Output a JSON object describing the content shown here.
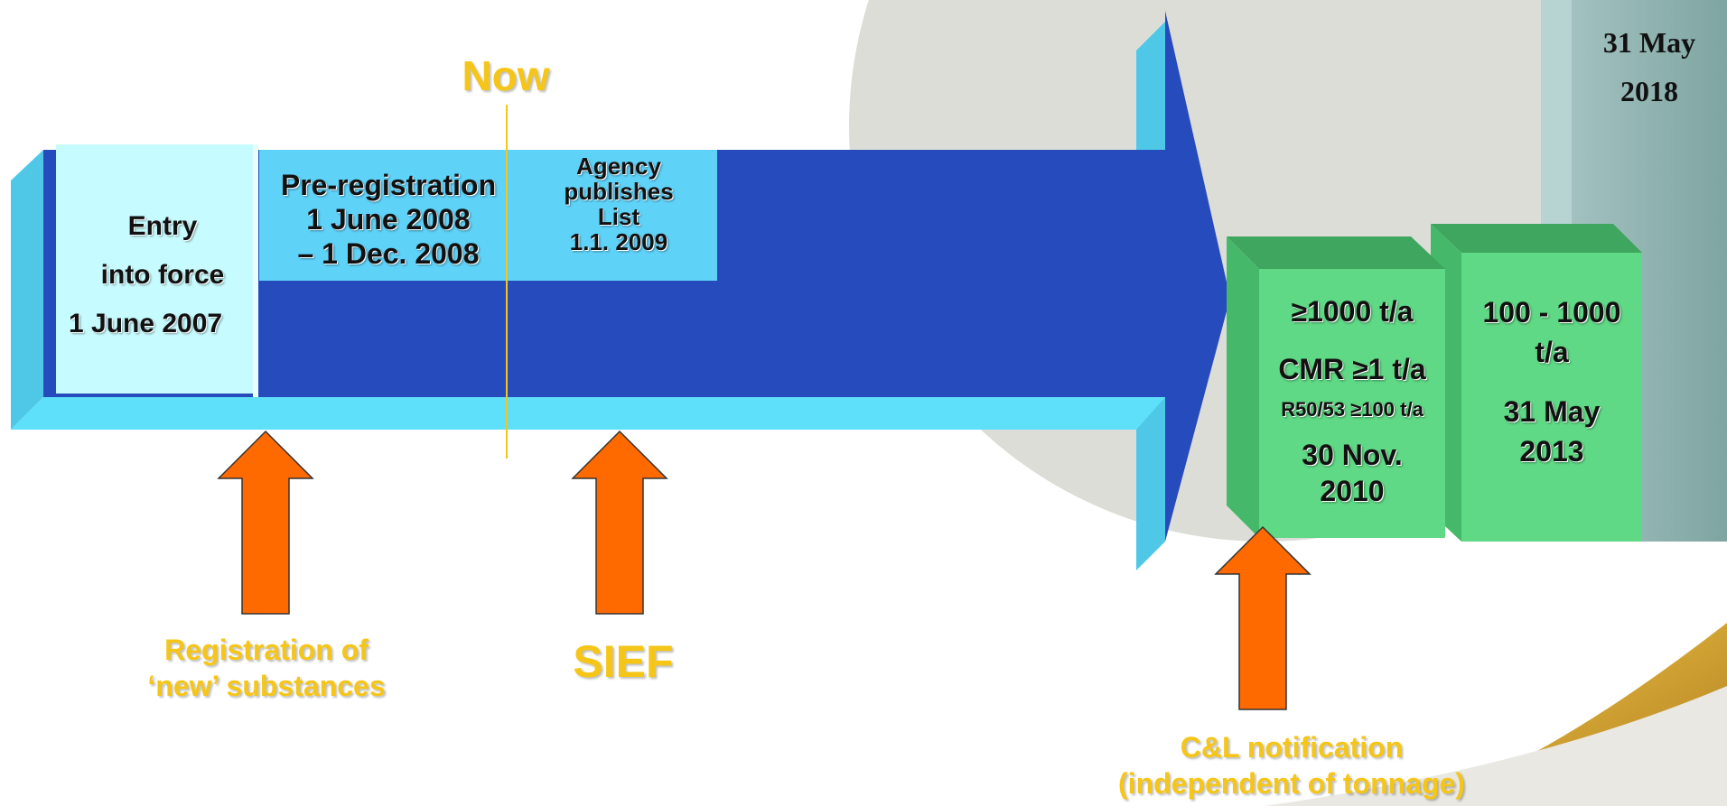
{
  "colors": {
    "arrow_body": "#264bbd",
    "arrow_light": "#5fe0fa",
    "entry_box": "#c6fbff",
    "prereg_box": "#5fd2f8",
    "green_box": "#5fd985",
    "orange_arrow": "#ff6a00",
    "yellow_text": "#f5c518",
    "sidebar_teal": "#8fb3b0"
  },
  "now_label": "Now",
  "entry": {
    "line1": "Entry",
    "line2": "into force",
    "line3": "1 June 2007"
  },
  "prereg": {
    "line1": "Pre-registration",
    "line2": "1 June 2008",
    "line3": "– 1 Dec. 2008"
  },
  "agency": {
    "line1": "Agency",
    "line2": "publishes",
    "line3": "List",
    "line4": "1.1. 2009"
  },
  "deadline1": {
    "tonnage": "≥1000 t/a",
    "cmr": "CMR ≥1 t/a",
    "r50": "R50/53 ≥100 t/a",
    "date1": "30 Nov.",
    "date2": "2010"
  },
  "deadline2": {
    "tonnage1": "100 - 1000",
    "tonnage2": "t/a",
    "date1": "31 May",
    "date2": "2013"
  },
  "deadline3": {
    "date1": "31 May",
    "date2": "2018"
  },
  "registration_label": {
    "line1": "Registration of",
    "line2": "‘new’ substances"
  },
  "sief_label": "SIEF",
  "cl_label": {
    "line1": "C&L notification",
    "line2": "(independent of tonnage)"
  }
}
